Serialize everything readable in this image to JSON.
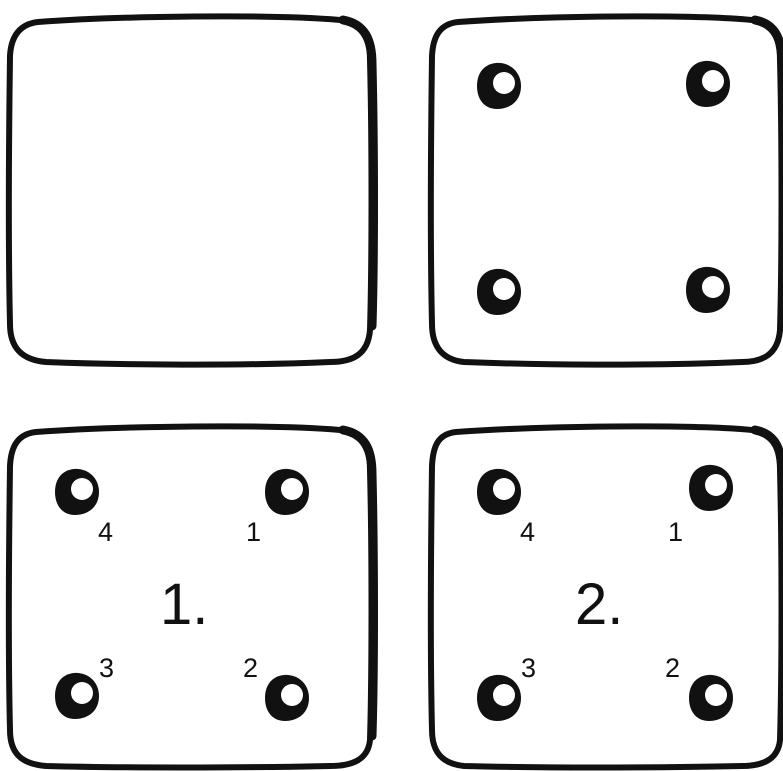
{
  "colors": {
    "ink": "#111111",
    "paper": "#ffffff"
  },
  "panels": {
    "top_left": {
      "holes": false
    },
    "top_right": {
      "holes": true
    },
    "bottom_left": {
      "holes": true,
      "step_label": "1.",
      "hole_labels": {
        "top_left": "4",
        "top_right": "1",
        "bottom_left": "3",
        "bottom_right": "2"
      }
    },
    "bottom_right": {
      "holes": true,
      "step_label": "2.",
      "hole_labels": {
        "top_left": "4",
        "top_right": "1",
        "bottom_left": "3",
        "bottom_right": "2"
      }
    }
  }
}
